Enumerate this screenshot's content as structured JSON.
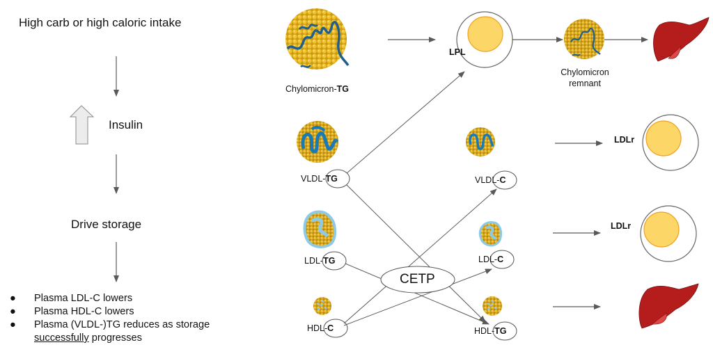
{
  "left_flow": {
    "step1": "High carb or high caloric intake",
    "step2": "Insulin",
    "step2_icon": "up-arrow-icon",
    "step3": "Drive storage",
    "outcomes": [
      {
        "text": "Plasma LDL-C lowers"
      },
      {
        "text": "Plasma HDL-C lowers"
      },
      {
        "text": "Plasma (VLDL-)TG reduces as storage",
        "underlined": "successfully",
        "rest": " progresses"
      }
    ],
    "bullet": "●"
  },
  "particles": {
    "chylomicron_tg": {
      "prefix": "Chylomicron-",
      "suffix": "TG"
    },
    "chylomicron_remnant": {
      "line1": "Chylomicron",
      "line2": "remnant"
    },
    "vldl_tg": {
      "prefix": "VLDL-",
      "suffix": "TG"
    },
    "vldl_c": {
      "prefix": "VLDL-",
      "suffix": "C"
    },
    "ldl_tg": {
      "prefix": "LDL-",
      "suffix": "TG"
    },
    "ldl_c": {
      "prefix": "LDL-",
      "suffix": "C"
    },
    "hdl_c": {
      "prefix": "HDL-",
      "suffix": "C"
    },
    "hdl_tg": {
      "prefix": "HDL-",
      "suffix": "TG"
    }
  },
  "enzymes": {
    "lpl": "LPL",
    "cetp": "CETP",
    "ldlr_1": "LDLr",
    "ldlr_2": "LDLr"
  },
  "colors": {
    "lipid_yellow": "#f2c12e",
    "apo_blue": "#1f5f8b",
    "apo_light_blue": "#8ec9e6",
    "liver_red": "#b51c1c",
    "cell_fill": "#fcd767",
    "cell_stroke": "#f0a020",
    "arrow": "#595959"
  }
}
